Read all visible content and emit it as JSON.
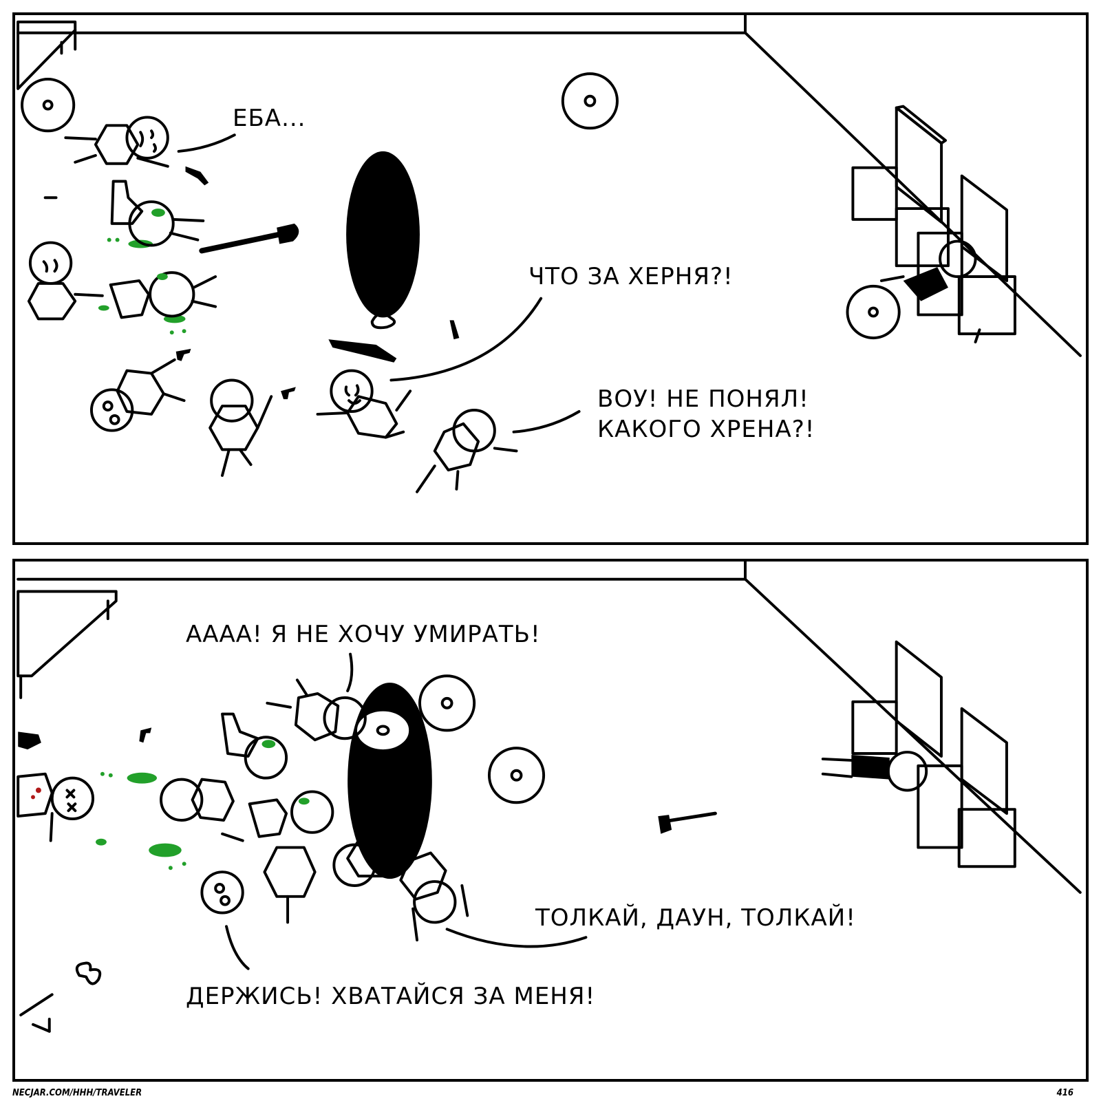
{
  "panels": [
    {
      "bubbles": {
        "eba": "ЕБА...",
        "chto": "ЧТО ЗА ХЕРНЯ?!",
        "vou_line1": "ВОУ! НЕ ПОНЯЛ!",
        "vou_line2": "КАКОГО ХРЕНА?!"
      }
    },
    {
      "bubbles": {
        "aaaa": "АААА! Я НЕ ХОЧУ УМИРАТЬ!",
        "tolkai": "ТОЛКАЙ, ДАУН, ТОЛКАЙ!",
        "derzhis": "ДЕРЖИСЬ! ХВАТАЙСЯ ЗА МЕНЯ!"
      }
    }
  ],
  "footer": {
    "site": "NECJAR.COM/HHH/TRAVELER",
    "page_number": "416"
  },
  "colors": {
    "ink": "#000000",
    "slime": "#22a02a",
    "blood": "#b01818",
    "paper": "#ffffff"
  }
}
